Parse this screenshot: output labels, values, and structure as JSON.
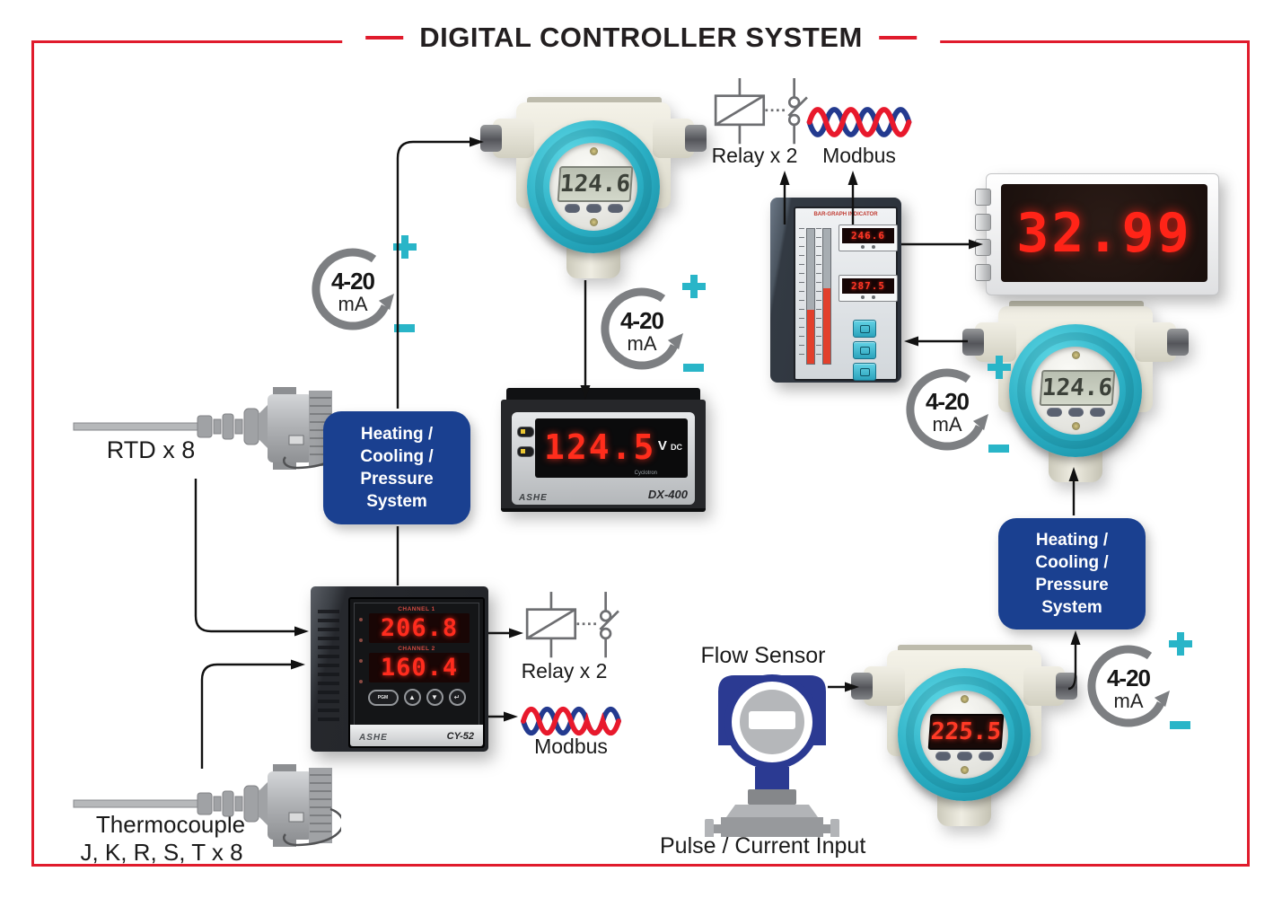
{
  "title": "DIGITAL CONTROLLER SYSTEM",
  "frame_color": "#e01b2c",
  "accent_teal": "#29b5c8",
  "process_blue": "#1a4090",
  "signal_icon": {
    "range": "4-20",
    "unit": "mA"
  },
  "icons": {
    "loop": "current-loop-icon",
    "plus": "plus-icon",
    "minus": "minus-icon",
    "relay": "relay-contact-icon",
    "modbus": "twisted-pair-icon"
  },
  "sensors": {
    "rtd_label": "RTD x 8",
    "thermocouple_label": "Thermocouple",
    "thermocouple_types": "J, K, R, S, T x 8",
    "flow_label": "Flow Sensor",
    "flow_input_label": "Pulse / Current Input"
  },
  "io": {
    "relay_label": "Relay x 2",
    "modbus_label": "Modbus"
  },
  "process": {
    "heating_label": "Heating / Cooling / Pressure System"
  },
  "devices": {
    "transmitter_top": {
      "value": "124.6"
    },
    "transmitter_right": {
      "value": "124.6"
    },
    "transmitter_flow": {
      "value": "225.5"
    },
    "panel_meter": {
      "value": "124.5",
      "unit": "V",
      "unit_sub": "DC",
      "series": "Cyclotron",
      "brand": "ASHE",
      "model": "DX-400"
    },
    "bargraph_indicator": {
      "title": "BAR-GRAPH INDICATOR",
      "ch1_value": "246.6",
      "ch2_value": "287.5"
    },
    "large_display": {
      "value": "32.99"
    },
    "dual_controller": {
      "ch1_label": "CHANNEL 1",
      "ch1_value": "206.8",
      "ch2_label": "CHANNEL 2",
      "ch2_value": "160.4",
      "buttons": [
        "PGM",
        "▲",
        "▼",
        "↵"
      ],
      "brand": "ASHE",
      "model": "CY-52"
    }
  }
}
